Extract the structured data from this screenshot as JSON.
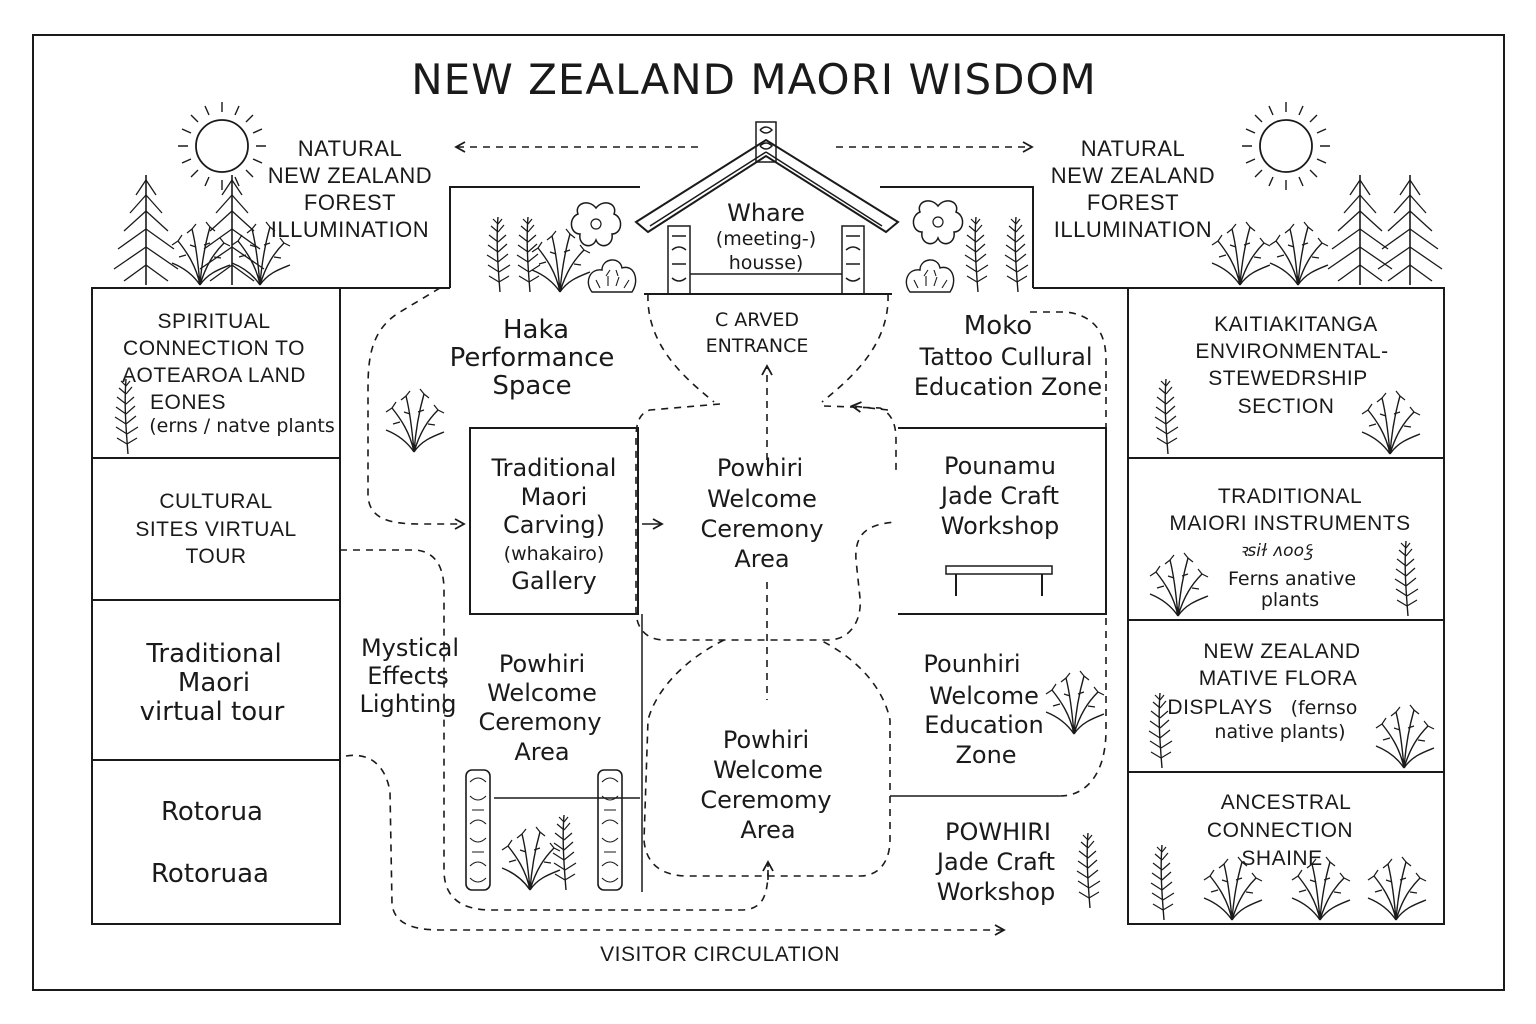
{
  "title": "NEW ZEALAND MAORI WISDOM",
  "forest_left": [
    "NATURAL",
    "NEW ZEALAND",
    "FOREST",
    "ILLUMINATION"
  ],
  "forest_right": [
    "NATURAL",
    "NEW ZEALAND",
    "FOREST",
    "ILLUMINATION"
  ],
  "whare": [
    "Whare",
    "(meeting-)",
    "housse)"
  ],
  "carved_entrance": [
    "C ARVED",
    "ENTRANCE"
  ],
  "haka": [
    "Haka",
    "Performance",
    "Space"
  ],
  "moko": [
    "Moko",
    "Tattoo Cullural",
    "Education Zone"
  ],
  "left_column": {
    "spiritual": [
      "SPIRITUAL",
      "CONNECTION TO",
      "AOTEAROA LAND",
      "EONES"
    ],
    "spiritual_note": "(erns / natve plants",
    "cultural_sites": [
      "CULTURAL",
      "SITES VIRTUAL",
      "TOUR"
    ],
    "traditional_tour": [
      "Traditional",
      "Maori",
      "virtual tour"
    ],
    "rotorua": [
      "Rotorua",
      "Rotoruaa"
    ]
  },
  "right_column": {
    "kaitiaki": [
      "KAITIAKITANGA",
      "ENVIRONMENTAL-",
      "STEWEDRSHIP",
      "SECTION"
    ],
    "instruments": [
      "TRADITIONAL",
      "MAIORI INSTRUMENTS"
    ],
    "instruments_scribble": "ꝛsiɫ ʌooꝣ",
    "instruments_note": [
      "Ferns anative",
      "plants"
    ],
    "flora": [
      "NEW ZEALAND",
      "MATIVE FLORA",
      "DISPLAYS"
    ],
    "flora_note": [
      "(fernso",
      "native plants)"
    ],
    "ancestral": [
      "ANCESTRAL",
      "CONNECTION",
      "SHAINE"
    ]
  },
  "center": {
    "carving": [
      "Traditional",
      "Maori",
      "Carving)",
      "(whakairo)",
      "Gallery"
    ],
    "powhiri_top": [
      "Powhiri",
      "Welcome",
      "Ceremony",
      "Area"
    ],
    "pounamu": [
      "Pounamu",
      "Jade Craft",
      "Workshop"
    ],
    "mystical": [
      "Mystical",
      "Effects",
      "Lighting"
    ],
    "powhiri_left": [
      "Powhiri",
      "Welcome",
      "Ceremony",
      "Area"
    ],
    "powhiri_bottom": [
      "Powhiri",
      "Welcome",
      "Ceremomy",
      "Area"
    ],
    "pounhiri": [
      "Pounhiri",
      "Welcome",
      "Education",
      "Zone"
    ],
    "powhiri_jade": [
      "POWHIRI",
      "Jade Craft",
      "Workshop"
    ]
  },
  "visitor_circulation": "VISITOR CIRCULATION",
  "colors": {
    "ink": "#1a1a1a",
    "paper": "#ffffff"
  }
}
